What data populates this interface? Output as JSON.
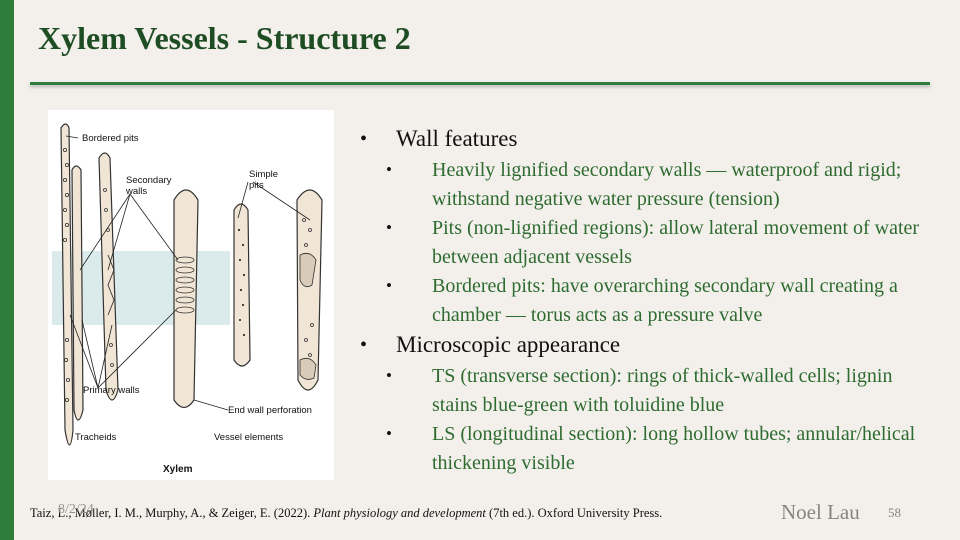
{
  "slide": {
    "title": "Xylem Vessels - Structure 2",
    "date": "8/2/24",
    "author": "Noel Lau",
    "page_number": "58"
  },
  "figure": {
    "labels": {
      "bordered_pits": "Bordered pits",
      "secondary_walls_1": "Secondary",
      "secondary_walls_2": "walls",
      "simple_pits_1": "Simple",
      "simple_pits_2": "pits",
      "primary_walls": "Primary walls",
      "end_wall_perforation": "End wall perforation",
      "tracheids": "Tracheids",
      "vessel_elements": "Vessel elements",
      "caption": "Xylem"
    }
  },
  "bullets": [
    {
      "text": "Wall features",
      "sub": [
        "Heavily lignified secondary walls — waterproof and rigid; withstand negative water pressure (tension)",
        "Pits (non-lignified regions): allow lateral movement of water between adjacent vessels",
        "Bordered pits: have overarching secondary wall creating a chamber — torus acts as a pressure valve"
      ]
    },
    {
      "text": "Microscopic appearance",
      "sub": [
        "TS (transverse section): rings of thick-walled cells; lignin stains blue-green with toluidine blue",
        "LS (longitudinal section): long hollow tubes; annular/helical thickening visible"
      ]
    }
  ],
  "citation": {
    "authors": "Taiz, L., Møller, I. M., Murphy, A., & Zeiger, E. (2022). ",
    "book_title": "Plant physiology and development",
    "rest": " (7th ed.). Oxford University Press."
  },
  "colors": {
    "accent": "#2e7d3a",
    "title": "#1e4d24",
    "sub_text": "#2e6b30",
    "background": "#f3f0ec"
  }
}
